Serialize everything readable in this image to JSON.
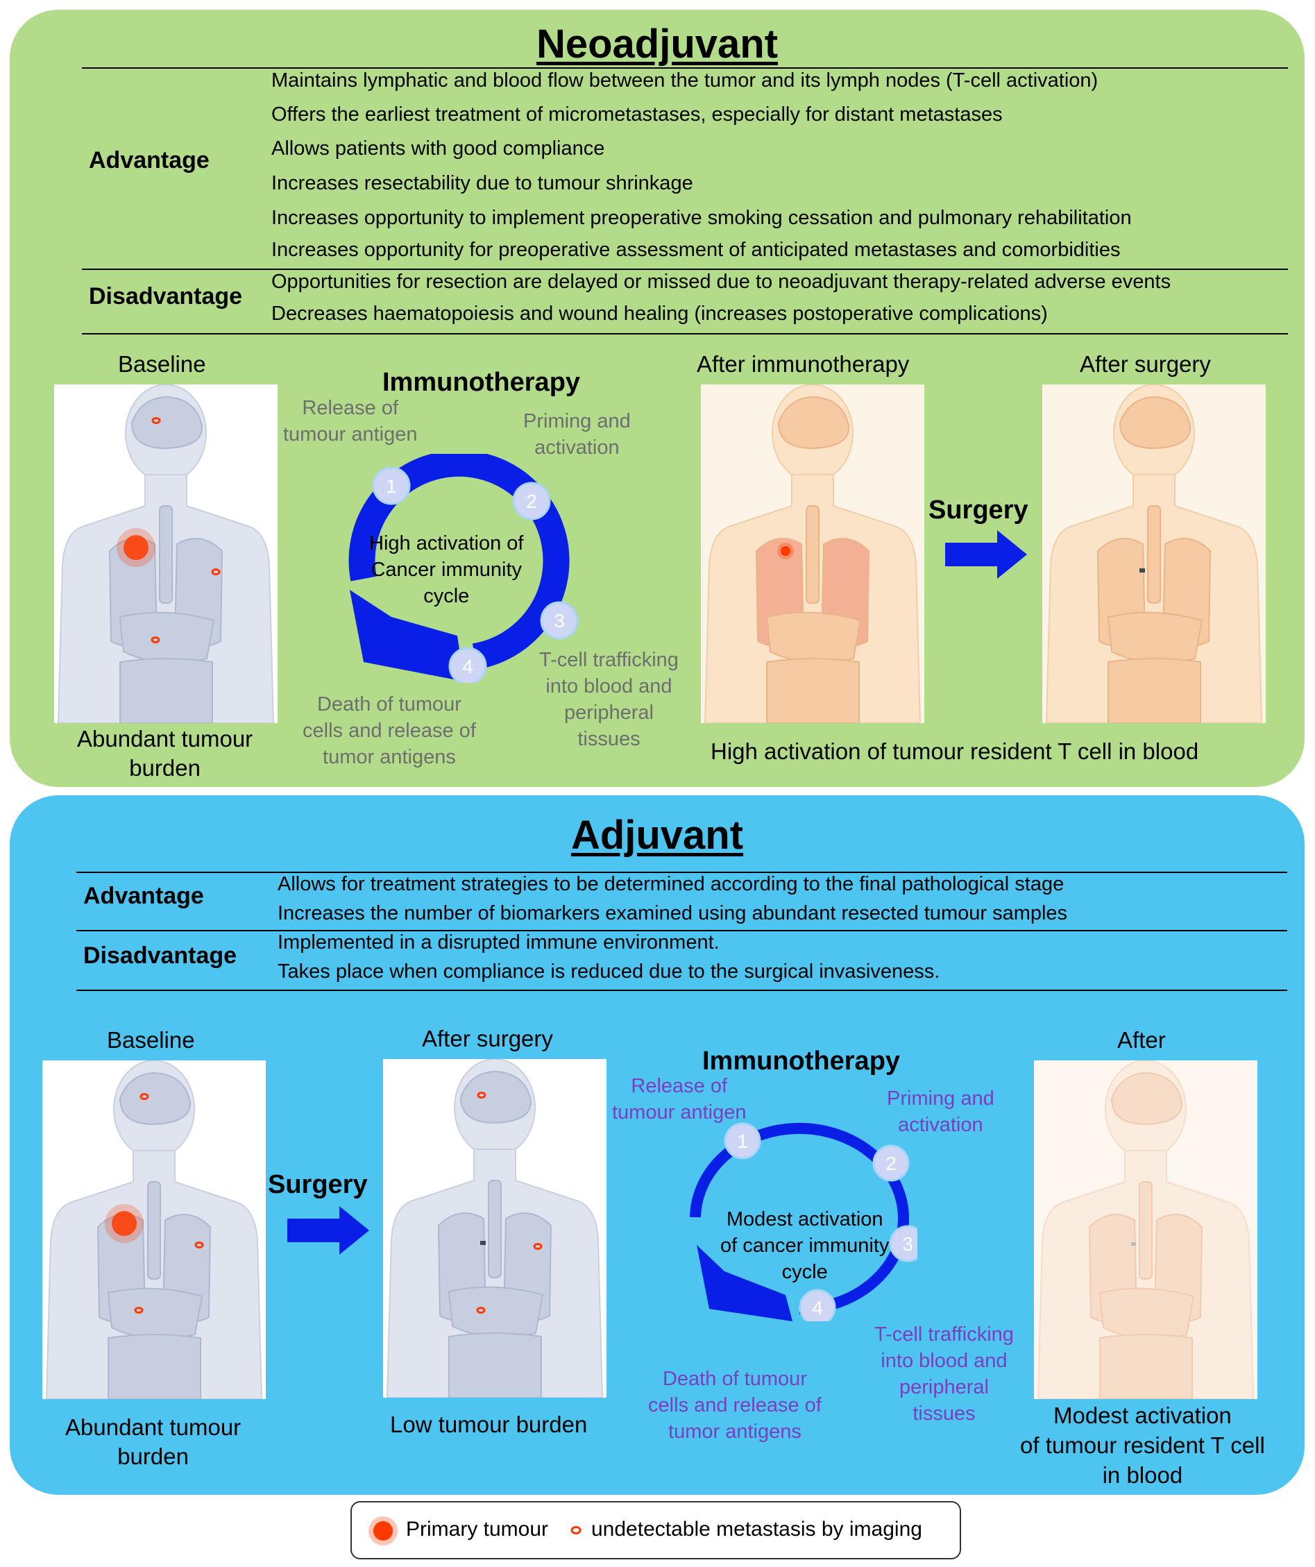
{
  "neoadjuvant": {
    "title": "Neoadjuvant",
    "advantage_label": "Advantage",
    "advantages": [
      "Maintains lymphatic and blood flow between the tumor and its lymph nodes (T-cell activation)",
      "Offers the earliest treatment of micrometastases, especially for distant metastases",
      "Allows patients with good compliance",
      "Increases resectability due to tumour shrinkage",
      "Increases opportunity to implement preoperative smoking cessation and pulmonary rehabilitation",
      "Increases opportunity for preoperative assessment of anticipated metastases and comorbidities"
    ],
    "disadvantage_label": "Disadvantage",
    "disadvantages": [
      "Opportunities for resection are delayed or missed due to neoadjuvant therapy-related adverse events",
      "Decreases haematopoiesis and wound healing (increases postoperative complications)"
    ],
    "baseline_label": "Baseline",
    "baseline_caption": [
      "Abundant tumour",
      "burden"
    ],
    "immunotherapy_label": "Immunotherapy",
    "cycle_center": [
      "High activation of",
      "Cancer immunity",
      "cycle"
    ],
    "steps": {
      "release": [
        "Release of",
        "tumour antigen"
      ],
      "priming": [
        "Priming and",
        "activation"
      ],
      "trafficking": [
        "T-cell trafficking",
        "into blood and",
        "peripheral",
        "tissues"
      ],
      "death": [
        "Death of tumour",
        "cells and release of",
        "tumor antigens"
      ]
    },
    "step_numbers": [
      "1",
      "2",
      "3",
      "4"
    ],
    "after_immuno_label": "After immunotherapy",
    "after_surgery_label": "After surgery",
    "surgery_label": "Surgery",
    "bottom_caption": "High activation of tumour resident T cell in blood"
  },
  "adjuvant": {
    "title": "Adjuvant",
    "advantage_label": "Advantage",
    "advantages": [
      "Allows for treatment strategies to be determined according to the final pathological stage",
      "Increases the number of biomarkers examined using abundant resected tumour samples"
    ],
    "disadvantage_label": "Disadvantage",
    "disadvantages": [
      "Implemented in a disrupted immune environment.",
      "Takes place when compliance is reduced due to the surgical invasiveness."
    ],
    "baseline_label": "Baseline",
    "baseline_caption": [
      "Abundant tumour",
      "burden"
    ],
    "surgery_label": "Surgery",
    "after_surgery_label": "After surgery",
    "after_surgery_caption": "Low tumour burden",
    "immunotherapy_label": "Immunotherapy",
    "cycle_center": [
      "Modest activation",
      "of cancer immunity",
      "cycle"
    ],
    "steps": {
      "release": [
        "Release of",
        "tumour antigen"
      ],
      "priming": [
        "Priming and",
        "activation"
      ],
      "trafficking": [
        "T-cell trafficking",
        "into blood and",
        "peripheral",
        "tissues"
      ],
      "death": [
        "Death of tumour",
        "cells and release of",
        "tumor antigens"
      ]
    },
    "step_numbers": [
      "1",
      "2",
      "3",
      "4"
    ],
    "after_label": "After",
    "after_caption": [
      "Modest activation",
      "of tumour resident T cell",
      "in blood"
    ]
  },
  "legend": {
    "primary": "Primary tumour",
    "metastasis": "undetectable metastasis by imaging"
  },
  "colors": {
    "neo_panel": "#b3dc8a",
    "adj_panel": "#4dc5f0",
    "arrow": "#0a1fe6",
    "tumour": "#ff3a00",
    "step_grey": "#6e6e6e",
    "step_purple": "#7a3fbf"
  }
}
